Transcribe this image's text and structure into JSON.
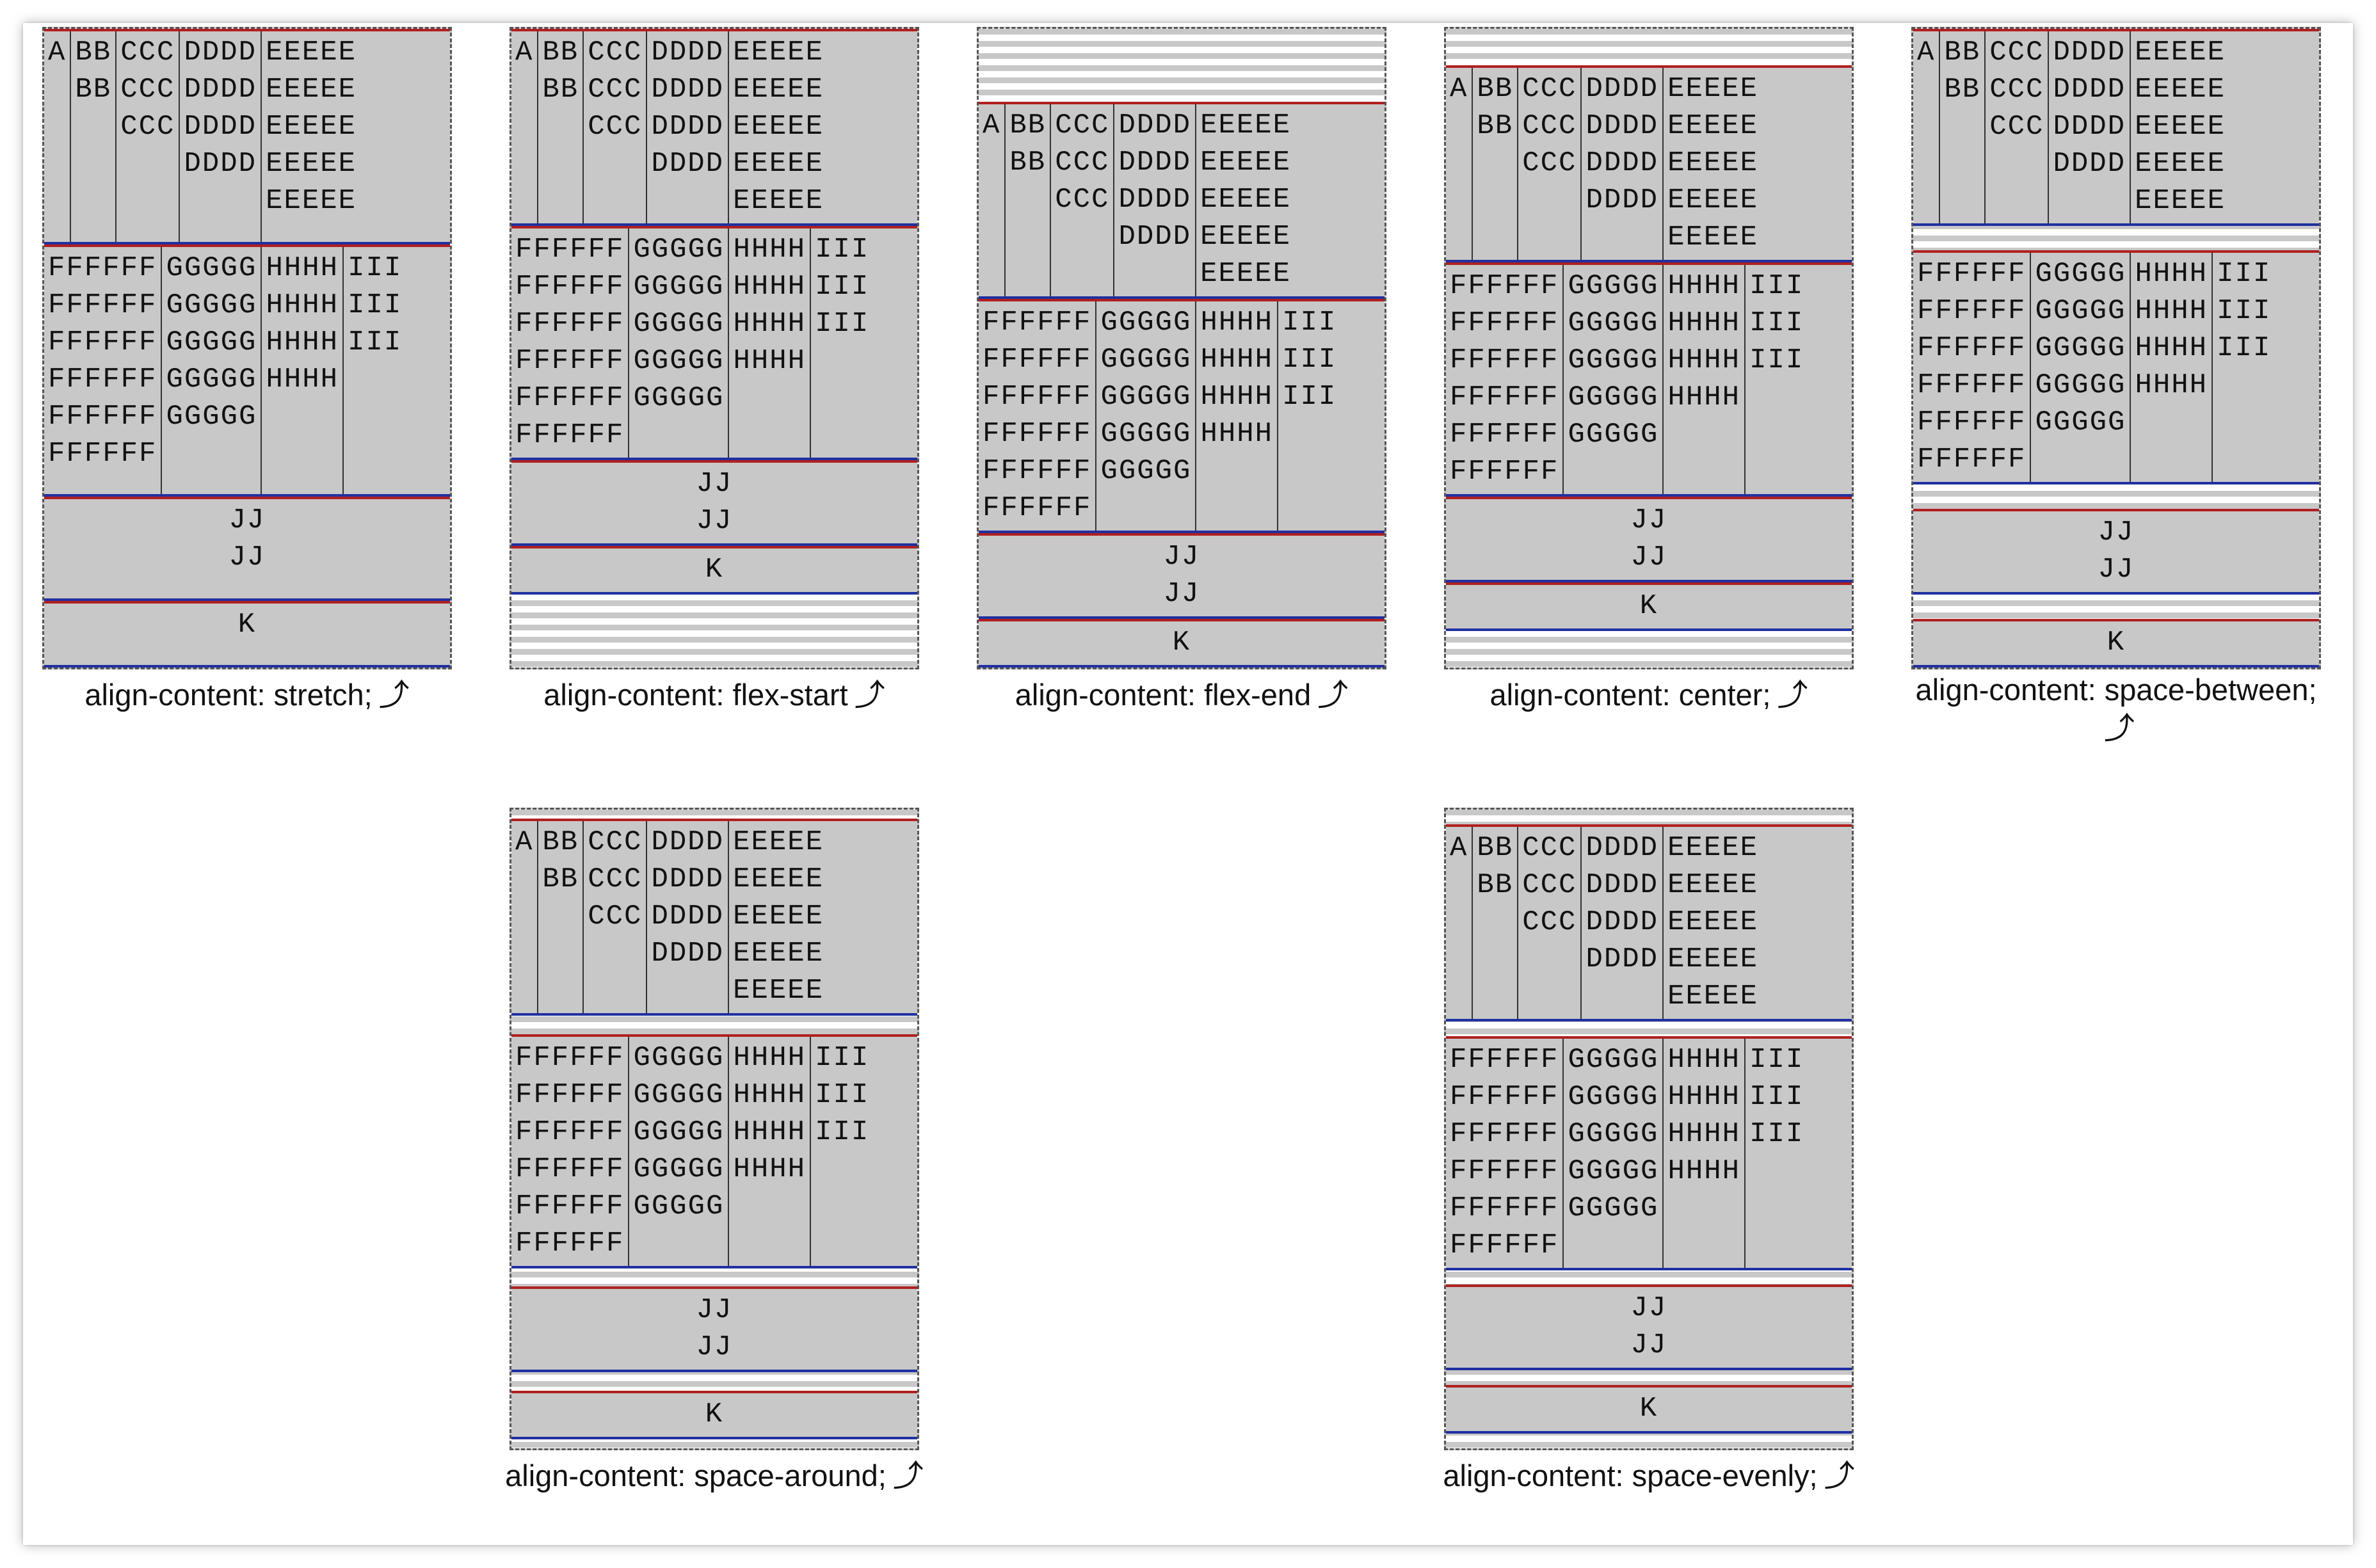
{
  "line_items": {
    "l1": [
      "A",
      "BB\nBB",
      "CCC\nCCC\nCCC",
      "DDDD\nDDDD\nDDDD\nDDDD",
      "EEEEE\nEEEEE\nEEEEE\nEEEEE\nEEEEE"
    ],
    "l2": [
      "FFFFFF\nFFFFFF\nFFFFFF\nFFFFFF\nFFFFFF\nFFFFFF",
      "GGGGG\nGGGGG\nGGGGG\nGGGGG\nGGGGG",
      "HHHH\nHHHH\nHHHH\nHHHH",
      "III\nIII\nIII"
    ],
    "l3": [
      "JJ\nJJ"
    ],
    "l4": [
      "K"
    ]
  },
  "demos": [
    {
      "caption": "align-content: stretch;",
      "arrow": "⤴"
    },
    {
      "caption": "align-content: flex-start",
      "arrow": "⤴"
    },
    {
      "caption": "align-content: flex-end",
      "arrow": "⤴"
    },
    {
      "caption": "align-content: center;",
      "arrow": "⤴"
    },
    {
      "caption": "align-content: space-between;",
      "arrow": "⤴"
    },
    {
      "caption": "align-content: space-around;",
      "arrow": "⤴"
    },
    {
      "caption": "align-content: space-evenly;",
      "arrow": "⤴"
    }
  ]
}
